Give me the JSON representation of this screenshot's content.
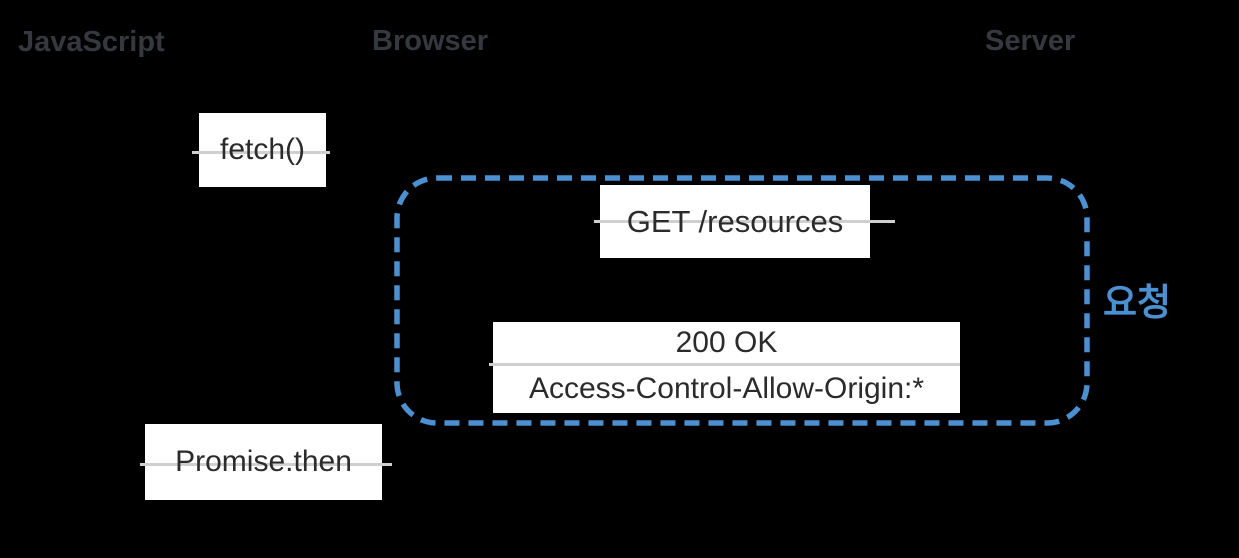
{
  "diagram": {
    "lanes": [
      {
        "label": "JavaScript"
      },
      {
        "label": "Browser"
      },
      {
        "label": "Server"
      }
    ],
    "messages": {
      "fetch": {
        "label": "fetch()"
      },
      "get": {
        "label": "GET /resources"
      },
      "response": {
        "status": "200 OK",
        "header": "Access-Control-Allow-Origin:*"
      },
      "promise": {
        "label": "Promise.then"
      }
    },
    "request_group": {
      "label": "요청"
    },
    "colors": {
      "background": "#000000",
      "box_fill": "#ffffff",
      "box_text": "#2b2b2b",
      "lane_label": "#35393f",
      "connector_gray": "#cfcfcf",
      "accent_blue": "#4b90d1"
    }
  }
}
